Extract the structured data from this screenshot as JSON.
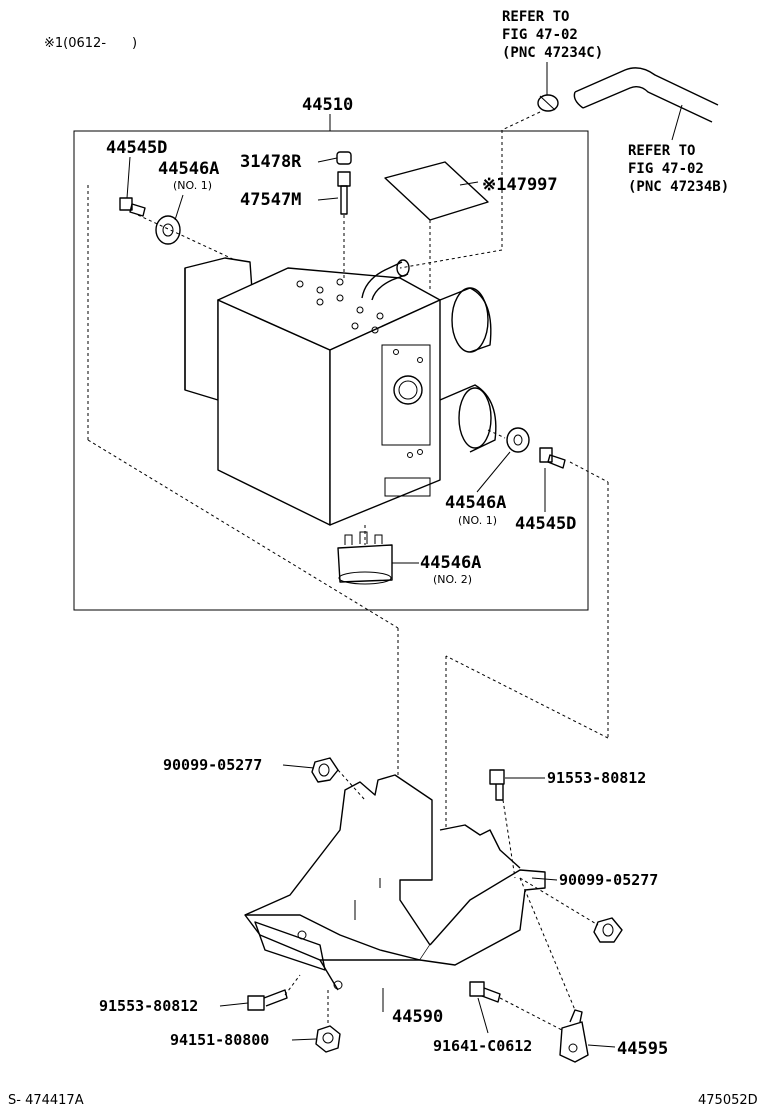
{
  "header_note": "※1(0612-　　)",
  "assembly_label": "44510",
  "refer_top": {
    "line1": "REFER TO",
    "line2": "FIG 47-02",
    "line3": "(PNC 47234C)"
  },
  "refer_right": {
    "line1": "REFER TO",
    "line2": "FIG 47-02",
    "line3": "(PNC 47234B)"
  },
  "labels": {
    "p44545D_top": "44545D",
    "p44546A_top": "44546A",
    "p44546A_top_note": "(NO. 1)",
    "p31478R": "31478R",
    "p47547M": "47547M",
    "p147997": "※147997",
    "p44546A_mid": "44546A",
    "p44546A_mid_note": "(NO. 1)",
    "p44545D_mid": "44545D",
    "p44546A_bot": "44546A",
    "p44546A_bot_note": "(NO. 2)",
    "p90099_left": "90099-05277",
    "p91553_right": "91553-80812",
    "p90099_right": "90099-05277",
    "p91553_left": "91553-80812",
    "p44590": "44590",
    "p94151": "94151-80800",
    "p91641": "91641-C0612",
    "p44595": "44595"
  },
  "footer": {
    "left": "S- 474417A",
    "right": "475052D"
  }
}
